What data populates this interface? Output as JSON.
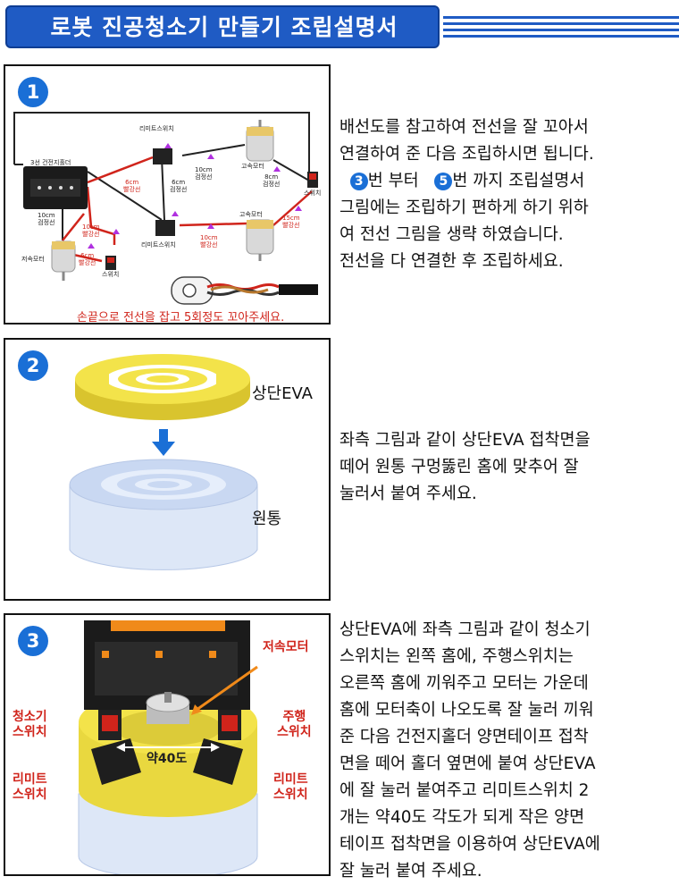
{
  "title": "로봇 진공청소기 만들기 조립설명서",
  "colors": {
    "accent": "#1f5bc4",
    "red": "#d0241b",
    "eva_yellow": "#f3e34a",
    "orange": "#f08a1a"
  },
  "steps": [
    {
      "number": "1",
      "diagram_labels": {
        "battery_holder": "3선 건전지홀더",
        "limit_switch_top": "리미트스위치",
        "limit_switch_bottom": "리미트스위치",
        "high_speed_motor_top": "고속모터",
        "high_speed_motor_bottom": "고속모터",
        "low_speed_motor": "저속모터",
        "switch_right": "스위치",
        "switch_bottom": "스위치",
        "w_6cm_red": "6cm\n빨강선",
        "w_6cm_black": "6cm\n검정선",
        "w_10cm_black_top": "10cm\n검정선",
        "w_8cm_black": "8cm\n검정선",
        "w_10cm_black_left": "10cm\n검정선",
        "w_10cm_red_left": "10cm\n빨강선",
        "w_6cm_red_bottom": "6cm\n빨강선",
        "w_10cm_red_mid": "10cm\n빨강선",
        "w_15cm_red": "15cm\n빨강선"
      },
      "note": "손끝으로 전선을 잡고 5회정도 꼬아주세요.",
      "description": {
        "line1": "배선도를 참고하여 전선을 잘 꼬아서",
        "line2": "연결하여 준 다음 조립하시면 됩니다.",
        "line3_num_a": "3",
        "line3_text_a": "번 부터",
        "line3_num_b": "5",
        "line3_text_b": "번 까지 조립설명서",
        "line4": "그림에는 조립하기 편하게 하기 위하",
        "line5": "여 전선 그림을 생략 하였습니다.",
        "line6": "전선을 다 연결한 후 조립하세요."
      }
    },
    {
      "number": "2",
      "labels": {
        "top_eva": "상단EVA",
        "cylinder": "원통"
      },
      "description": {
        "line1": "좌측 그림과 같이 상단EVA 접착면을",
        "line2": "떼어 원통 구멍뚫린 홈에 맞추어 잘",
        "line3": "눌러서 붙여 주세요."
      }
    },
    {
      "number": "3",
      "labels": {
        "low_speed_motor": "저속모터",
        "clean_switch": "청소기\n스위치",
        "drive_switch": "주행\n스위치",
        "angle": "약40도",
        "limit_switch_left": "리미트\n스위치",
        "limit_switch_right": "리미트\n스위치"
      },
      "description": {
        "line1": "상단EVA에 좌측 그림과 같이 청소기",
        "line2": "스위치는 왼쪽 홈에, 주행스위치는",
        "line3": "오른쪽 홈에 끼워주고 모터는 가운데",
        "line4": "홈에 모터축이 나오도록 잘 눌러 끼워",
        "line5": "준 다음 건전지홀더 양면테이프 접착",
        "line6": "면을 떼어 홀더 옆면에 붙여 상단EVA",
        "line7": "에 잘 눌러 붙여주고 리미트스위치 2",
        "line8": "개는 약40도 각도가 되게 작은 양면",
        "line9": "테이프 접착면을 이용하여 상단EVA에",
        "line10": "잘 눌러 붙여 주세요."
      }
    }
  ]
}
